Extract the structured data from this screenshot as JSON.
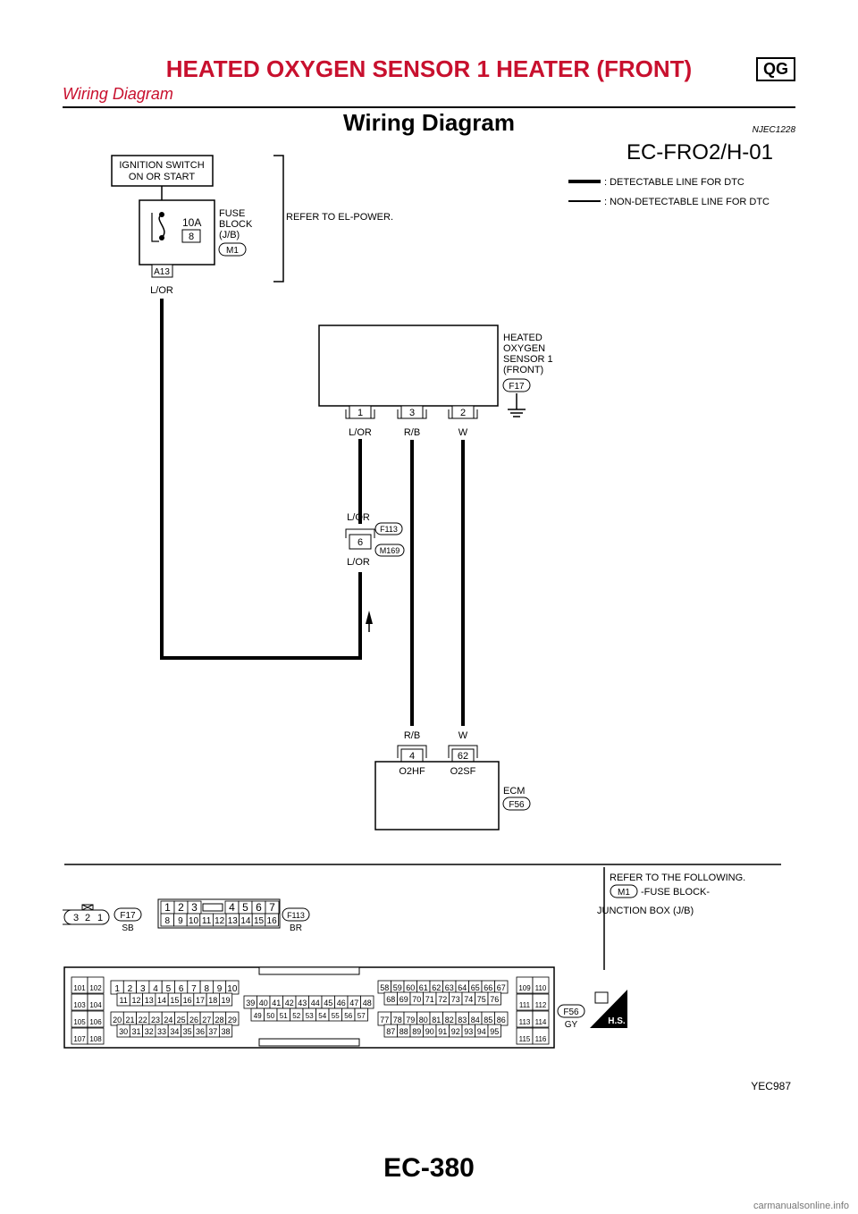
{
  "header": {
    "title": "HEATED OXYGEN SENSOR 1 HEATER (FRONT)",
    "badge": "QG",
    "subtitle": "Wiring Diagram"
  },
  "section": {
    "title": "Wiring Diagram",
    "id": "NJEC1228"
  },
  "diagram": {
    "code": "EC-FRO2/H-01",
    "legend": {
      "detectable": ": DETECTABLE LINE FOR DTC",
      "non_detectable": ": NON-DETECTABLE LINE FOR DTC"
    },
    "ignition": {
      "line1": "IGNITION SWITCH",
      "line2": "ON OR START"
    },
    "fuse": {
      "amp": "10A",
      "num": "8",
      "label1": "FUSE",
      "label2": "BLOCK",
      "label3": "(J/B)",
      "conn": "M1",
      "term": "A13"
    },
    "refer_power": "REFER TO EL-POWER.",
    "wire_lor": "L/OR",
    "wire_rb": "R/B",
    "wire_w": "W",
    "sensor": {
      "label1": "HEATED",
      "label2": "OXYGEN",
      "label3": "SENSOR 1",
      "label4": "(FRONT)",
      "conn": "F17",
      "pin1": "1",
      "pin3": "3",
      "pin2": "2"
    },
    "joint": {
      "pin": "6",
      "conn_top": "F113",
      "conn_bot": "M169"
    },
    "ecm": {
      "label": "ECM",
      "conn": "F56",
      "pin4": "4",
      "pin62": "62",
      "sig1": "O2HF",
      "sig2": "O2SF"
    },
    "refer_following": {
      "title": "REFER TO THE FOLLOWING.",
      "conn": "M1",
      "desc1": "-FUSE BLOCK-",
      "desc2": "JUNCTION BOX (J/B)"
    },
    "conn_f17": {
      "id": "F17",
      "color": "SB",
      "pins": [
        "3",
        "2",
        "1"
      ]
    },
    "conn_f113": {
      "id": "F113",
      "color": "BR",
      "row1": [
        "1",
        "2",
        "3",
        "4",
        "5",
        "6",
        "7"
      ],
      "row2": [
        "8",
        "9",
        "10",
        "11",
        "12",
        "13",
        "14",
        "15",
        "16"
      ]
    },
    "conn_f56": {
      "id": "F56",
      "color": "GY",
      "left": [
        [
          "101",
          "102"
        ],
        [
          "103",
          "104"
        ],
        [
          "105",
          "106"
        ],
        [
          "107",
          "108"
        ]
      ],
      "a1": [
        "1",
        "2",
        "3",
        "4",
        "5",
        "6",
        "7",
        "8",
        "9",
        "10"
      ],
      "a2": [
        "11",
        "12",
        "13",
        "14",
        "15",
        "16",
        "17",
        "18",
        "19"
      ],
      "a3": [
        "20",
        "21",
        "22",
        "23",
        "24",
        "25",
        "26",
        "27",
        "28",
        "29"
      ],
      "a4": [
        "30",
        "31",
        "32",
        "33",
        "34",
        "35",
        "36",
        "37",
        "38"
      ],
      "b1": [
        "39",
        "40",
        "41",
        "42",
        "43",
        "44",
        "45",
        "46",
        "47",
        "48"
      ],
      "b2": [
        "49",
        "50",
        "51",
        "52",
        "53",
        "54",
        "55",
        "56",
        "57"
      ],
      "c1": [
        "58",
        "59",
        "60",
        "61",
        "62",
        "63",
        "64",
        "65",
        "66",
        "67"
      ],
      "c2": [
        "68",
        "69",
        "70",
        "71",
        "72",
        "73",
        "74",
        "75",
        "76"
      ],
      "c3": [
        "77",
        "78",
        "79",
        "80",
        "81",
        "82",
        "83",
        "84",
        "85",
        "86"
      ],
      "c4": [
        "87",
        "88",
        "89",
        "90",
        "91",
        "92",
        "93",
        "94",
        "95"
      ],
      "right": [
        [
          "109",
          "110"
        ],
        [
          "111",
          "112"
        ],
        [
          "113",
          "114"
        ],
        [
          "115",
          "116"
        ]
      ]
    },
    "hs_label": "H.S."
  },
  "footer": {
    "image_code": "YEC987",
    "page": "EC-380",
    "watermark": "carmanualsonline.info"
  }
}
